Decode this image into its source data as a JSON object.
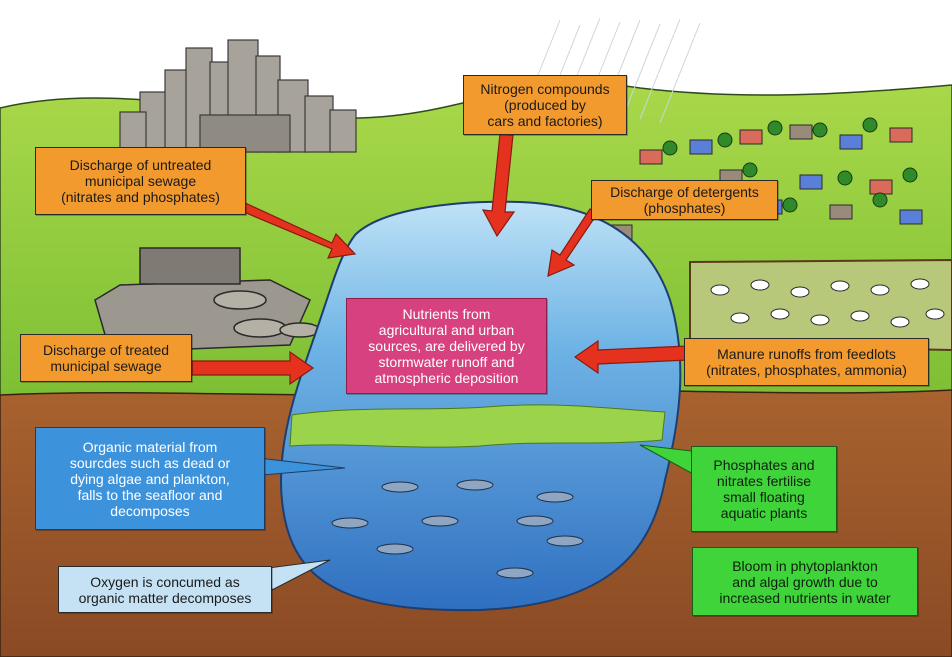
{
  "colors": {
    "label_orange": "#f39a2e",
    "label_blue": "#3d92dc",
    "label_light_blue": "#c5e2f5",
    "label_green": "#3fd43a",
    "label_pink": "#d8417f",
    "arrow_red": "#e5321f",
    "sky": "#ffffff",
    "grass": "#8ecb3c",
    "soil": "#9a5a30",
    "water": "#3f86d4"
  },
  "labels": {
    "untreated_sewage": [
      "Discharge of untreated",
      "municipal sewage",
      "(nitrates and phosphates)"
    ],
    "nitrogen": [
      "Nitrogen compounds",
      "(produced by",
      "cars and factories)"
    ],
    "detergents": [
      "Discharge of detergents",
      "(phosphates)"
    ],
    "treated_sewage": [
      "Discharge of treated",
      "municipal sewage"
    ],
    "nutrients_center": [
      "Nutrients from",
      "agricultural and urban",
      "sources, are delivered by",
      "stormwater runoff and",
      "atmospheric deposition"
    ],
    "manure": [
      "Manure runoffs from feedlots",
      "(nitrates, phosphates, ammonia)"
    ],
    "organic_material": [
      "Organic material from",
      "sourcdes such as dead or",
      "dying algae and plankton,",
      "falls to the seafloor and",
      "decomposes"
    ],
    "phosphates_fertilise": [
      "Phosphates and",
      "nitrates fertilise",
      "small floating",
      "aquatic plants"
    ],
    "bloom": [
      "Bloom in phytoplankton",
      "and algal growth due to",
      "increased nutrients in water"
    ],
    "oxygen": [
      "Oxygen is concumed as",
      "organic matter decomposes"
    ]
  }
}
